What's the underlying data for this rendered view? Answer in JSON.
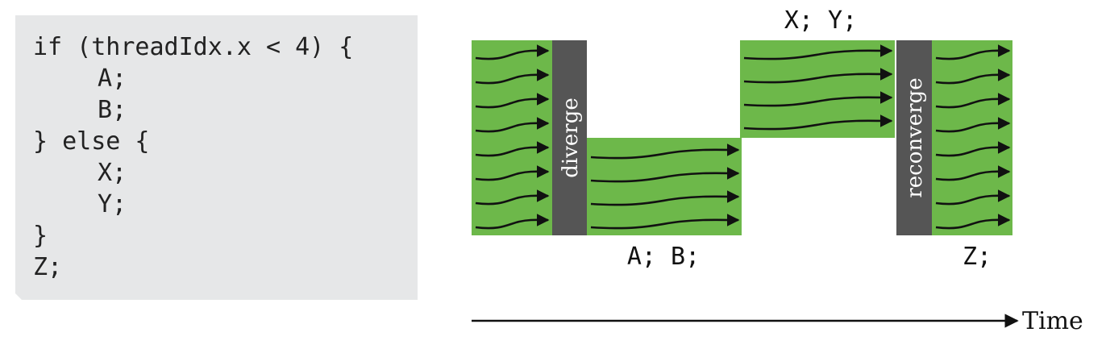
{
  "code": {
    "lines": [
      {
        "text": "if (threadIdx.x < 4) {",
        "indent": false
      },
      {
        "text": "A;",
        "indent": true
      },
      {
        "text": "B;",
        "indent": true
      },
      {
        "text": "} else {",
        "indent": false
      },
      {
        "text": "X;",
        "indent": true
      },
      {
        "text": "Y;",
        "indent": true
      },
      {
        "text": "}",
        "indent": false
      },
      {
        "text": "Z;",
        "indent": false
      }
    ]
  },
  "diagram": {
    "labels": {
      "xy": "X; Y;",
      "ab": "A; B;",
      "z": "Z;",
      "diverge": "diverge",
      "reconverge": "reconverge",
      "time": "Time"
    },
    "colors": {
      "thread_block": "#6db84a",
      "sync_bar": "#555555",
      "arrow": "#111111"
    }
  }
}
